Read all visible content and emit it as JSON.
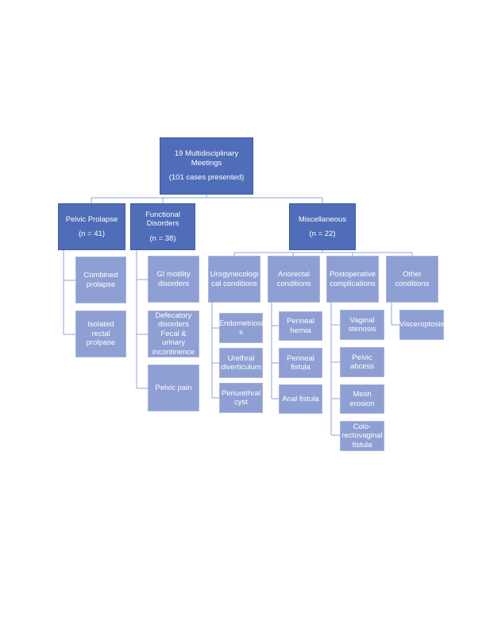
{
  "root": {
    "line1": "19 Multidisciplinary",
    "line2": "Meetings",
    "line3": "(101 cases presented)"
  },
  "pelvic_prolapse": {
    "title": "Pelvic Prolapse",
    "n": "(n = 41)",
    "children": [
      {
        "line1": "Combined",
        "line2": "prolapse"
      },
      {
        "line1": "Isolated rectal",
        "line2": "prolpase"
      }
    ]
  },
  "functional": {
    "title1": "Functional",
    "title2": "Disorders",
    "n": "(n = 38)",
    "gi": {
      "line1": "GI motility",
      "line2": "disorders"
    },
    "defecatory": {
      "line1": "Defecatory",
      "line2": "disorders",
      "line3": "Fecal & urinary",
      "line4": "incontinence"
    },
    "pelvic_pain": "Pelvic pain"
  },
  "misc": {
    "title": "Miscellaneous",
    "n": "(n = 22)",
    "urogyn": {
      "line1": "Urogynecologi",
      "line2": "cal conditions",
      "items": [
        {
          "line1": "Endometriosi",
          "line2": "s"
        },
        {
          "line1": "Urethral",
          "line2": "diverticulum"
        },
        {
          "line1": "Periurethral",
          "line2": "cyst"
        }
      ]
    },
    "anorectal": {
      "line1": "Anorectal",
      "line2": "conditions",
      "items": [
        {
          "line1": "Perineal",
          "line2": "hernia"
        },
        {
          "line1": "Perineal",
          "line2": "fistula"
        },
        {
          "line1": "Anal fistula"
        }
      ]
    },
    "postop": {
      "line1": "Postoperative",
      "line2": "complications",
      "items": [
        {
          "line1": "Vaginal",
          "line2": "stenosis"
        },
        {
          "line1": "Pelvic abcess"
        },
        {
          "line1": "Mesh",
          "line2": "erosion"
        },
        {
          "line1": "Colo-",
          "line2": "rectovaginal",
          "line3": "fistula"
        }
      ]
    },
    "other": {
      "line1": "Other",
      "line2": "conditions",
      "items": [
        {
          "line1": "Visceroptosis"
        }
      ]
    }
  }
}
